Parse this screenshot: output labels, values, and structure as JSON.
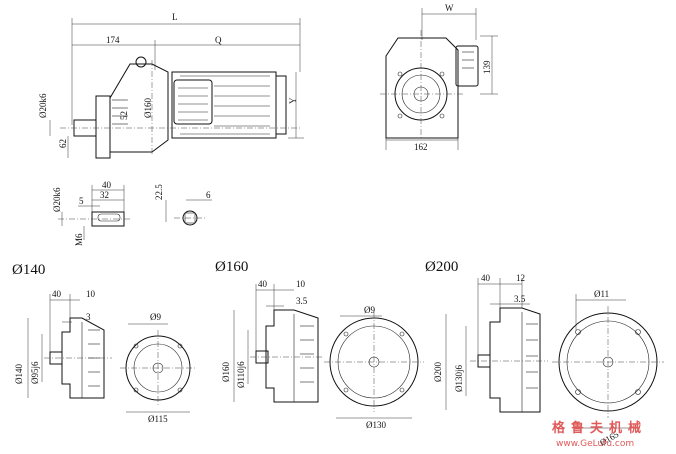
{
  "main_view": {
    "L": "L",
    "d174": "174",
    "Q": "Q",
    "d20": "Ø20k6",
    "d160": "Ø160",
    "d52": "52",
    "d62": "62",
    "Y": "Y"
  },
  "end_view": {
    "W": "W",
    "d139": "139",
    "d162": "162"
  },
  "shaft_detail": {
    "d20": "Ø20k6",
    "d40": "40",
    "d5": "5",
    "d32": "32",
    "M6": "M6",
    "d22_5": "22.5",
    "d6": "6"
  },
  "flange_140": {
    "title": "Ø140",
    "d40": "40",
    "d10": "10",
    "d3": "3",
    "d140": "Ø140",
    "d95": "Ø95j6",
    "d9": "Ø9",
    "d115": "Ø115"
  },
  "flange_160": {
    "title": "Ø160",
    "d40": "40",
    "d10": "10",
    "d3_5": "3.5",
    "d160": "Ø160",
    "d110": "Ø110j6",
    "d9": "Ø9",
    "d130": "Ø130"
  },
  "flange_200": {
    "title": "Ø200",
    "d40": "40",
    "d12": "12",
    "d3_5": "3.5",
    "d200": "Ø200",
    "d130": "Ø130j6",
    "d11": "Ø11",
    "d165": "Ø165"
  },
  "watermark": {
    "cn": "格鲁夫机械",
    "url": "www.GeLufu.com"
  }
}
